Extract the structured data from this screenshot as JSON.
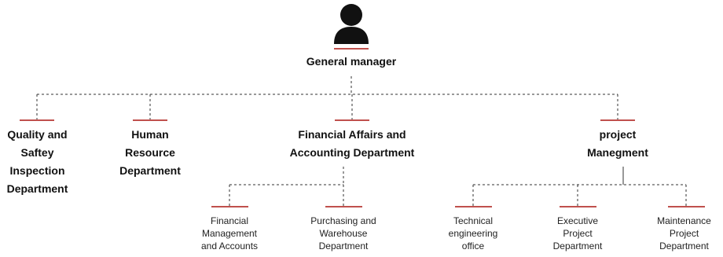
{
  "org_chart": {
    "root": {
      "label": "General manager",
      "icon": "person-icon"
    },
    "departments": [
      {
        "label": "Quality and\nSaftey\nInspection\nDepartment"
      },
      {
        "label": "Human\nResource\nDepartment"
      },
      {
        "label": "Financial Affairs and\nAccounting Department"
      },
      {
        "label": "project\nManegment"
      }
    ],
    "sub_units": [
      {
        "label": "Financial\nManagement\nand Accounts"
      },
      {
        "label": "Purchasing and\nWarehouse\nDepartment"
      },
      {
        "label": "Technical\nengineering\noffice"
      },
      {
        "label": "Executive\nProject\nDepartment"
      },
      {
        "label": "Maintenance\nProject\nDepartment"
      }
    ],
    "colors": {
      "accent": "#c0504d",
      "connector": "#333333",
      "icon": "#111111"
    }
  }
}
